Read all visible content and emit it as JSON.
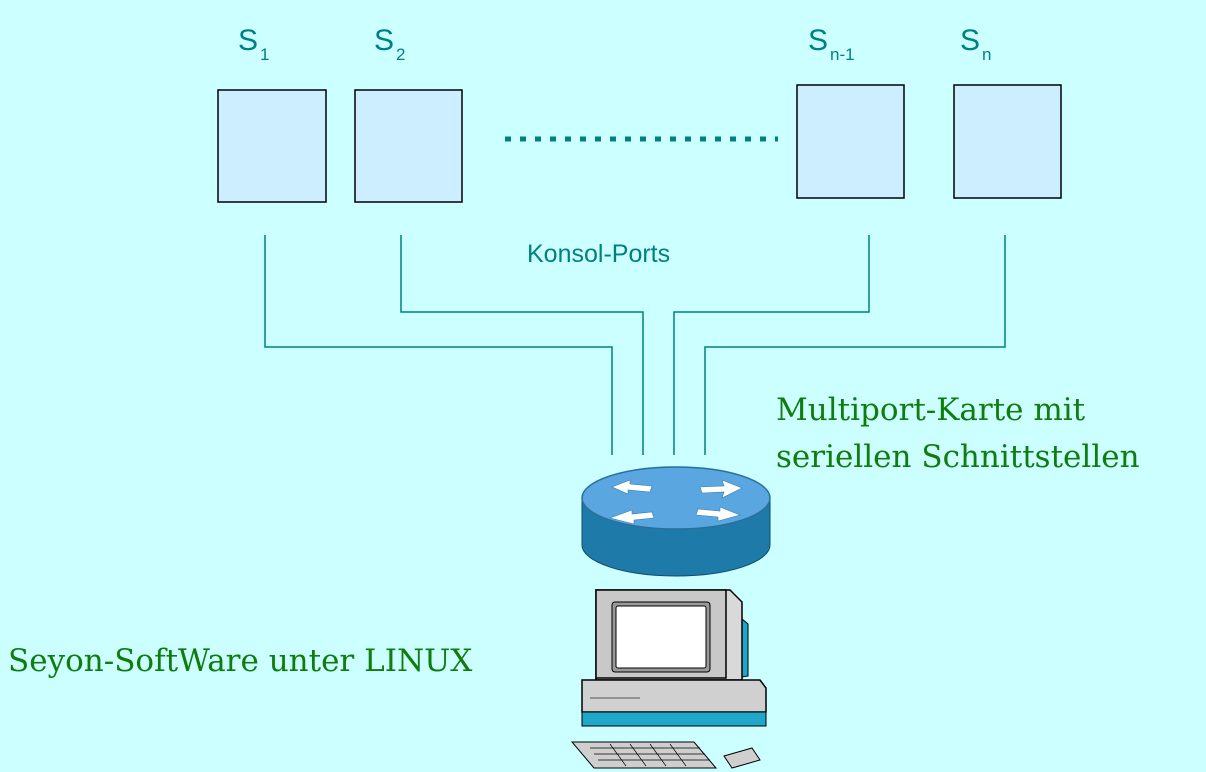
{
  "servers": [
    {
      "base": "S",
      "sub": "1"
    },
    {
      "base": "S",
      "sub": "2"
    },
    {
      "base": "S",
      "sub": "n-1"
    },
    {
      "base": "S",
      "sub": "n"
    }
  ],
  "ellipsis": "..................",
  "ports_label": "Konsol-Ports",
  "card_label": {
    "line1": "Multiport-Karte mit",
    "line2": "seriellen Schnittstellen"
  },
  "software_label": "Seyon-SoftWare unter LINUX",
  "colors": {
    "background": "#ccffff",
    "server_box_fill": "#cceeff",
    "line": "#008080",
    "green_text": "#0e7d0e",
    "router_top": "#5aa6e0",
    "router_side": "#1e7aa8"
  },
  "icons": {
    "router": "router-icon",
    "computer": "computer-icon"
  }
}
